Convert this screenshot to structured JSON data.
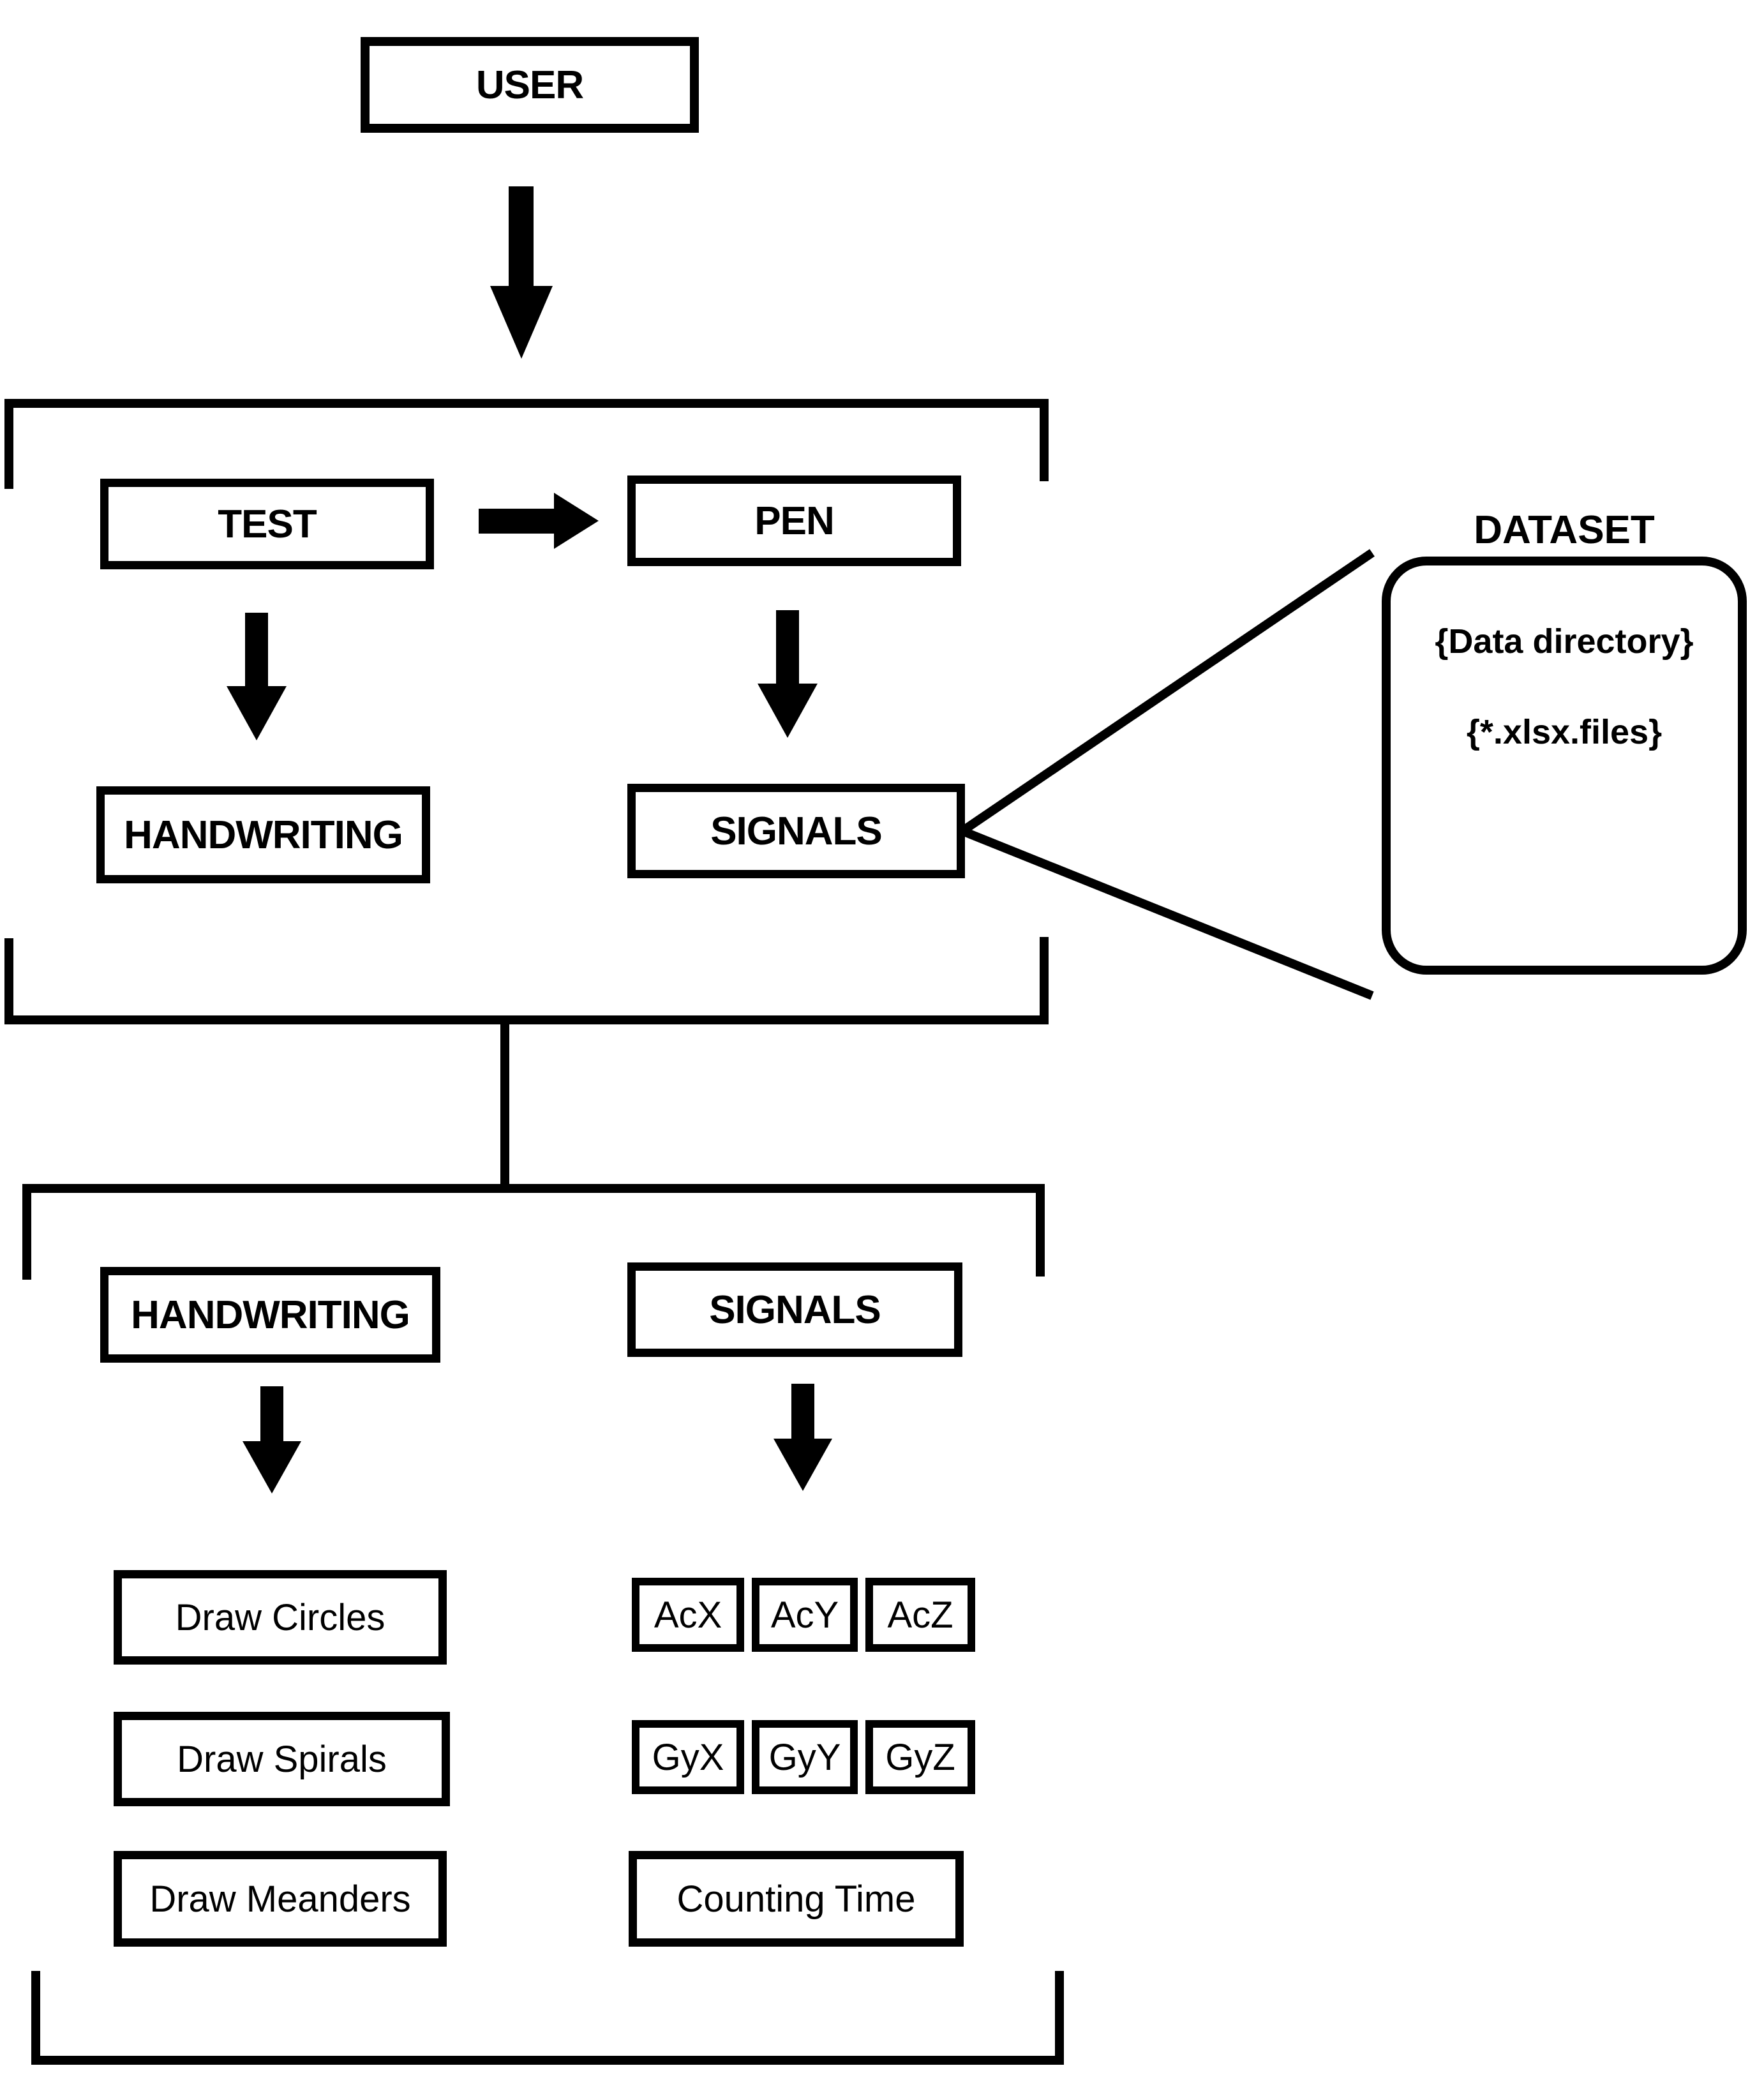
{
  "diagram": {
    "background_color": "#ffffff",
    "line_color": "#000000",
    "nodes": {
      "user": "USER",
      "test": "TEST",
      "pen": "PEN",
      "handwriting_top": "HANDWRITING",
      "signals_top": "SIGNALS",
      "handwriting_bottom": "HANDWRITING",
      "signals_bottom": "SIGNALS",
      "draw_circles": "Draw Circles",
      "draw_spirals": "Draw Spirals",
      "draw_meanders": "Draw Meanders",
      "acx": "AcX",
      "acy": "AcY",
      "acz": "AcZ",
      "gyx": "GyX",
      "gyy": "GyY",
      "gyz": "GyZ",
      "counting_time": "Counting Time"
    },
    "dataset": {
      "title": "DATASET",
      "line1": "{Data directory}",
      "line2": "{*.xlsx.files}"
    }
  }
}
